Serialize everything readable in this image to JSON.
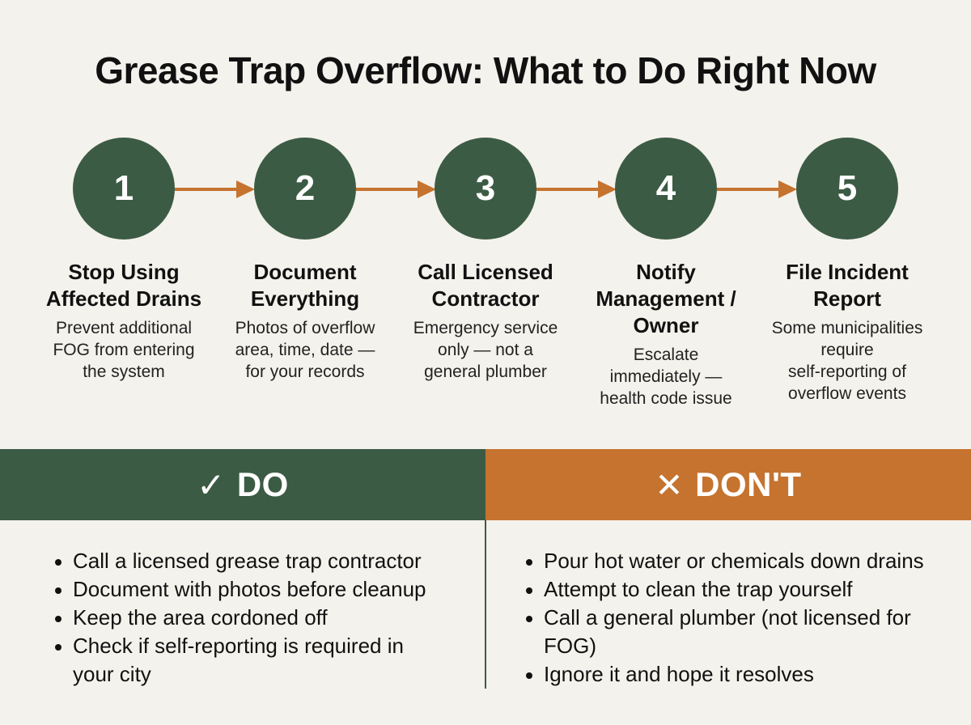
{
  "title": "Grease Trap Overflow: What to Do Right Now",
  "colors": {
    "green": "#3c5b44",
    "orange": "#c5732f",
    "background": "#f4f2ec"
  },
  "steps": [
    {
      "number": "1",
      "title": [
        "Stop Using",
        "Affected Drains"
      ],
      "desc": [
        "Prevent additional",
        "FOG from entering",
        "the system"
      ]
    },
    {
      "number": "2",
      "title": [
        "Document",
        "Everything"
      ],
      "desc": [
        "Photos of overflow",
        "area, time, date —",
        "for your records"
      ]
    },
    {
      "number": "3",
      "title": [
        "Call Licensed",
        "Contractor"
      ],
      "desc": [
        "Emergency service",
        "only — not a",
        "general plumber"
      ]
    },
    {
      "number": "4",
      "title": [
        "Notify",
        "Management /",
        "Owner"
      ],
      "desc": [
        "Escalate",
        "immediately —",
        "health code issue"
      ]
    },
    {
      "number": "5",
      "title": [
        "File Incident",
        "Report"
      ],
      "desc": [
        "Some municipalities",
        "require",
        "self-reporting of",
        "overflow events"
      ]
    }
  ],
  "do": {
    "icon": "checkmark-icon",
    "mark": "✓",
    "label": "DO",
    "items": [
      "Call a licensed grease trap contractor",
      "Document with photos before cleanup",
      "Keep the area cordoned off",
      "Check if self-reporting is required in your city"
    ]
  },
  "dont": {
    "icon": "x-mark-icon",
    "mark": "✕",
    "label": "DON'T",
    "items": [
      "Pour hot water or chemicals down drains",
      "Attempt to clean the trap yourself",
      "Call a general plumber (not licensed for FOG)",
      "Ignore it and hope it resolves"
    ]
  }
}
